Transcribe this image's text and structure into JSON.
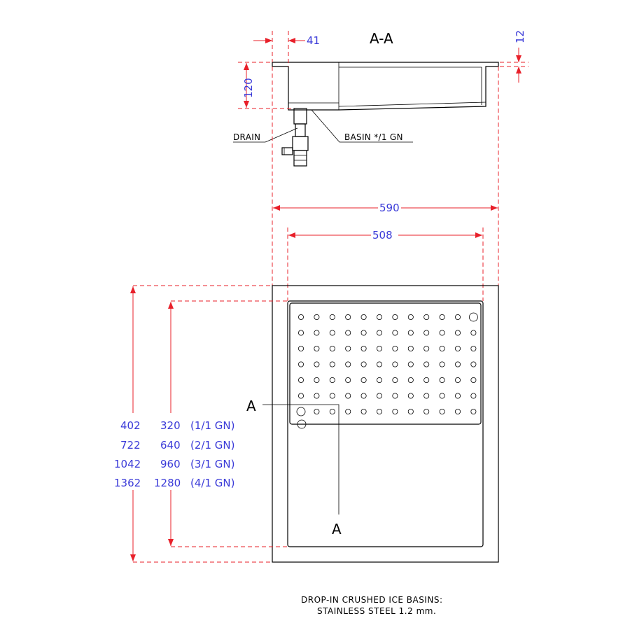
{
  "section": {
    "title": "A-A",
    "drain_label": "DRAIN",
    "basin_label": "BASIN */1 GN"
  },
  "dimensions": {
    "flange_width": "41",
    "top_thickness": "12",
    "basin_depth": "120",
    "outer_width": "590",
    "inner_width": "508"
  },
  "length_table": {
    "rows": [
      {
        "outer": "402",
        "inner": "320",
        "gn": "(1/1 GN)"
      },
      {
        "outer": "722",
        "inner": "640",
        "gn": "(2/1 GN)"
      },
      {
        "outer": "1042",
        "inner": "960",
        "gn": "(3/1 GN)"
      },
      {
        "outer": "1362",
        "inner": "1280",
        "gn": "(4/1 GN)"
      }
    ]
  },
  "cut_markers": {
    "top": "A",
    "bottom": "A"
  },
  "note": {
    "line1": "DROP-IN CRUSHED ICE BASINS:",
    "line2": "STAINLESS STEEL 1.2 mm."
  },
  "colors": {
    "dimension_line": "#e8202a",
    "dimension_text": "#3a3ad8",
    "outline": "#000000"
  },
  "perforated_plate": {
    "columns": 12,
    "rows": 7
  }
}
